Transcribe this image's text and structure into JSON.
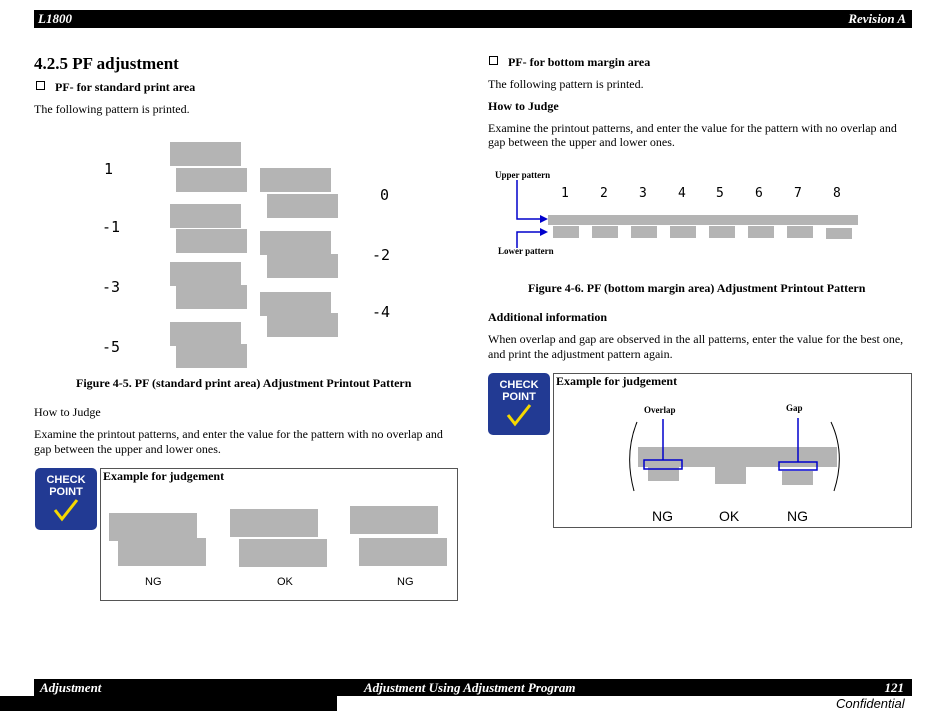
{
  "header": {
    "left": "L1800",
    "right": "Revision A"
  },
  "footer": {
    "left": "Adjustment",
    "center": "Adjustment Using Adjustment Program",
    "page": "121",
    "confidential": "Confidential"
  },
  "left": {
    "heading": "4.2.5  PF adjustment",
    "sub": "PF- for standard print area",
    "intro": "The following pattern is printed.",
    "labels": [
      "1",
      "-1",
      "-3",
      "-5",
      "0",
      "-2",
      "-4"
    ],
    "caption": "Figure 4-5. PF (standard print area) Adjustment Printout Pattern",
    "how": "How to Judge",
    "text1": "Examine the printout patterns, and enter the value for the pattern with no overlap and",
    "text2": "gap between the upper and lower ones.",
    "check1": "CHECK",
    "check2": "POINT",
    "example": "Example for judgement",
    "results": [
      "NG",
      "OK",
      "NG"
    ]
  },
  "right": {
    "sub": "PF- for bottom margin area",
    "intro": "The following pattern is printed.",
    "how": "How to Judge",
    "text1": "Examine the printout patterns, and enter the value for the pattern with no overlap and",
    "text2": "gap between the upper and lower ones.",
    "upper": "Upper pattern",
    "lower": "Lower pattern",
    "nums": [
      "1",
      "2",
      "3",
      "4",
      "5",
      "6",
      "7",
      "8"
    ],
    "caption": "Figure 4-6. PF (bottom margin area) Adjustment Printout Pattern",
    "addl": "Additional information",
    "addl1": "When overlap and gap are observed in the all patterns, enter the value for the best one,",
    "addl2": "and print the adjustment pattern again.",
    "check1": "CHECK",
    "check2": "POINT",
    "example": "Example for judgement",
    "overlap": "Overlap",
    "gap": "Gap",
    "results": [
      "NG",
      "OK",
      "NG"
    ]
  }
}
